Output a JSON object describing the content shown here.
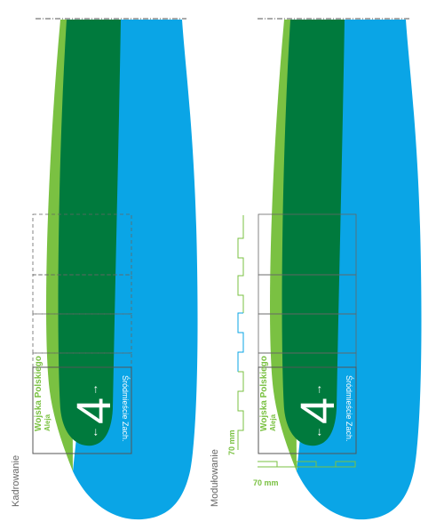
{
  "colors": {
    "light_green": "#7ac142",
    "dark_green": "#007a3d",
    "blue": "#0aa5e6",
    "frame": "#555555",
    "module_green": "#7ac142",
    "module_blue": "#0aa5e6"
  },
  "panels": [
    {
      "side_label": "Kadrowanie",
      "sign": {
        "street_name": "Wojska Polskiego",
        "street_type": "Aleja",
        "line_number": "4",
        "arrow_left": "←",
        "arrow_right": "→",
        "district": "Śródmieście Zach."
      }
    },
    {
      "side_label": "Modułowanie",
      "sign": {
        "street_name": "Wojska Polskiego",
        "street_type": "Aleja",
        "line_number": "4",
        "arrow_left": "←",
        "arrow_right": "→",
        "district": "Śródmieście Zach."
      },
      "module_width_label": "70 mm",
      "module_height_label": "70 mm"
    }
  ]
}
